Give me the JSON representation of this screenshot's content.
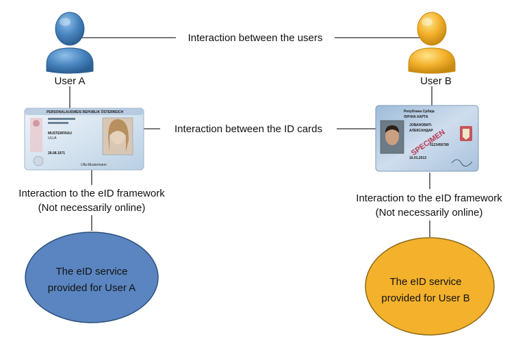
{
  "users": {
    "a": {
      "label": "User A",
      "color": "#4a86c1"
    },
    "b": {
      "label": "User B",
      "color": "#f3b12c"
    }
  },
  "interactions": {
    "users": "Interaction between the users",
    "id_cards": "Interaction between the ID cards",
    "framework_a": {
      "line1": "Interaction to the eID framework",
      "line2": "(Not necessarily online)"
    },
    "framework_b": {
      "line1": "Interaction to the eID framework",
      "line2": "(Not necessarily online)"
    }
  },
  "cards": {
    "a": {
      "title": "PERSONALAUSWEIS REPUBLIK ÖSTERREICH",
      "surname": "MUSTERFRAU",
      "given": "ULLA",
      "date": "28.08.1971",
      "signature": "Ulla Mustermann",
      "tint": "#cfe0ee"
    },
    "b": {
      "title": "Република Србија",
      "subtitle": "ЛИЧНА КАРТА",
      "surname": "ЈОВАНОВИЋ",
      "given": "АЛЕКСАНДАР",
      "stamp": "SPECIMEN",
      "number": "0123456789",
      "date": "16.01.2013",
      "tint": "#b9cde0"
    }
  },
  "services": {
    "a": {
      "line1": "The eID service",
      "line2": "provided for User A",
      "color": "#5a85c0"
    },
    "b": {
      "line1": "The eID service",
      "line2": "provided for User B",
      "color": "#f3b12c"
    }
  }
}
